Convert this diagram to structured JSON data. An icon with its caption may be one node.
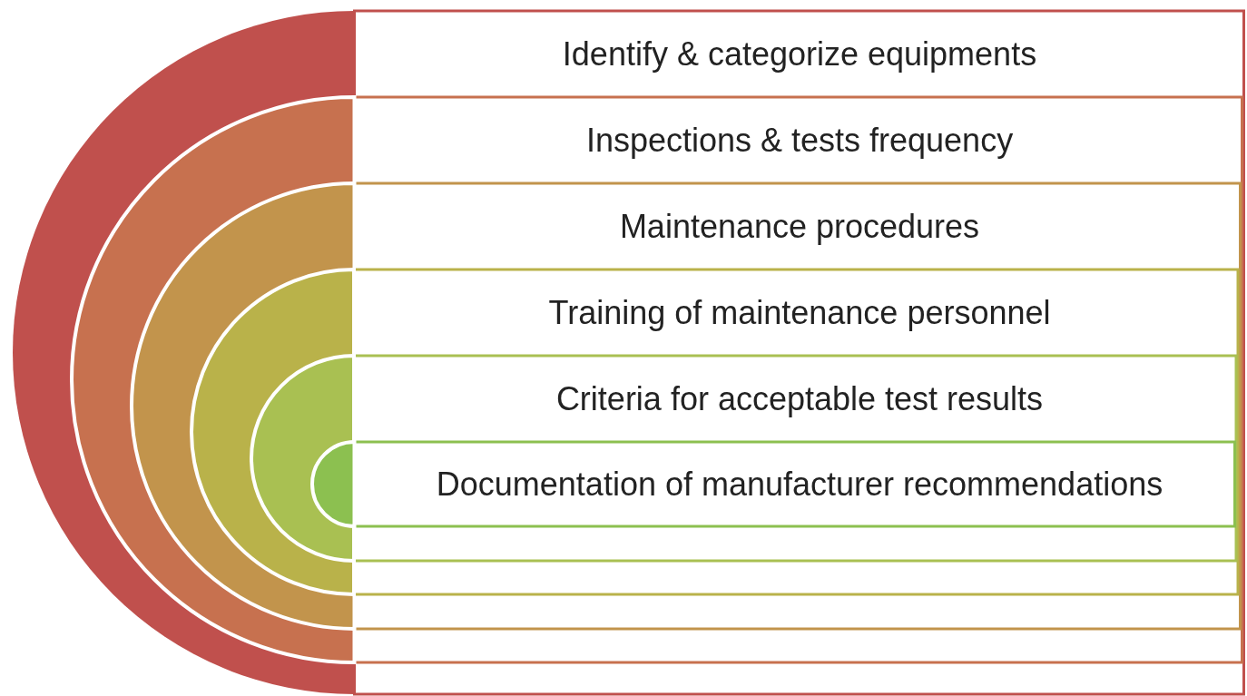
{
  "diagram": {
    "nodes": [
      {
        "text": [
          "Identify & categorize equipments"
        ]
      },
      {
        "text": [
          "Inspections & tests frequency"
        ],
        "in": 0
      },
      {
        "text": [
          "Maintenance procedures"
        ],
        "in": 1
      },
      {
        "text": [
          "Training of maintenance personnel"
        ],
        "in": 2
      },
      {
        "text": [
          "Criteria for acceptable test results"
        ],
        "in": 3
      },
      {
        "text": [
          "Documentation of manufacturer recommendations"
        ],
        "in": 4
      }
    ]
  }
}
